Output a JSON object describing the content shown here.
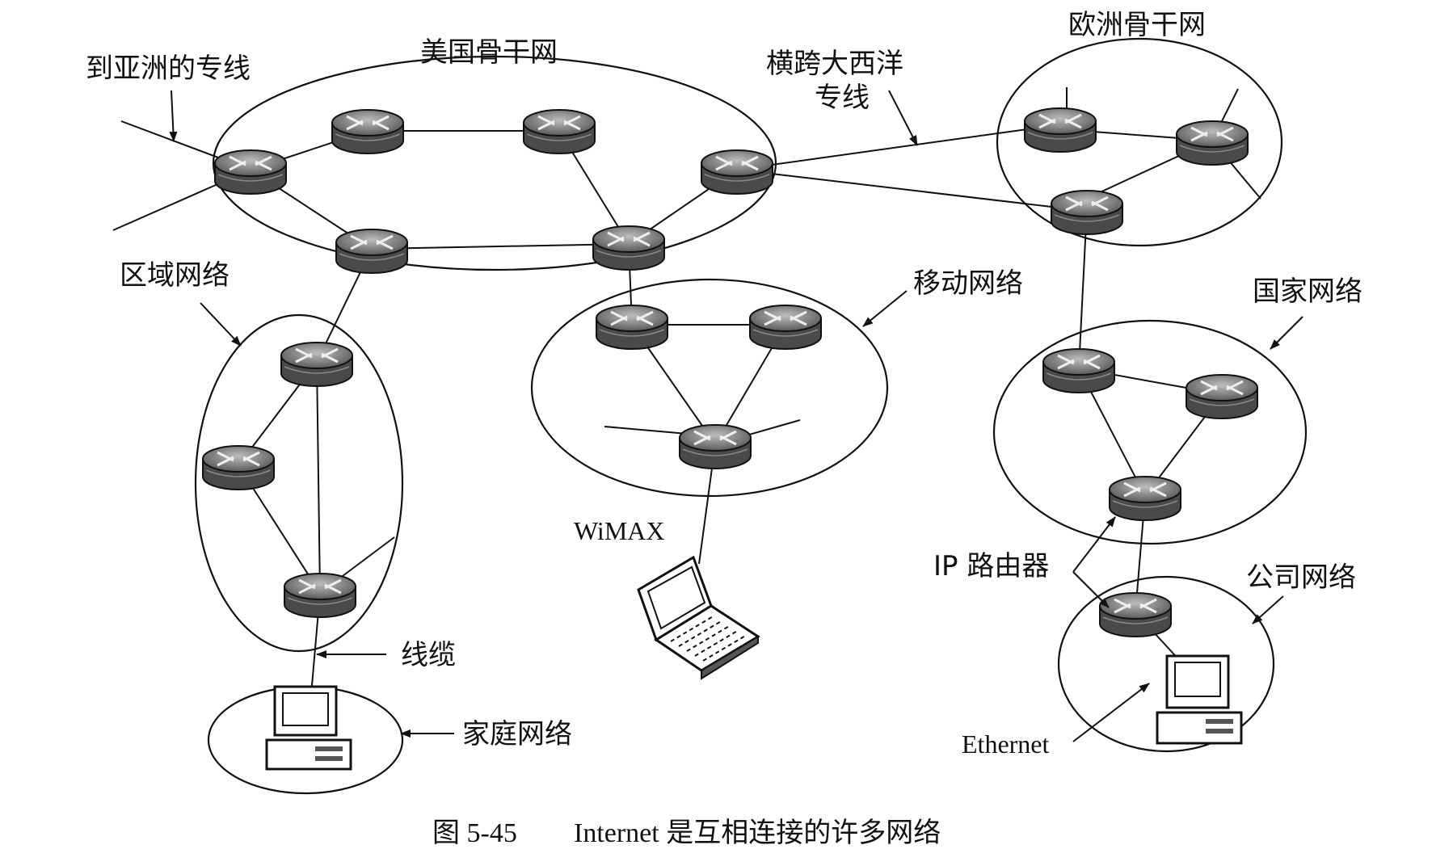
{
  "labels": {
    "asia_line": "到亚洲的专线",
    "us_backbone": "美国骨干网",
    "atlantic_line_1": "横跨大西洋",
    "atlantic_line_2": "专线",
    "eu_backbone": "欧洲骨干网",
    "regional": "区域网络",
    "mobile": "移动网络",
    "national": "国家网络",
    "wimax": "WiMAX",
    "ip_router": "IP 路由器",
    "company": "公司网络",
    "cable": "线缆",
    "home": "家庭网络",
    "ethernet": "Ethernet"
  },
  "caption": {
    "number": "图 5-45",
    "text": "Internet 是互相连接的许多网络"
  },
  "icons": {
    "router": "router-icon",
    "laptop": "laptop-icon",
    "desktop": "desktop-computer-icon"
  }
}
